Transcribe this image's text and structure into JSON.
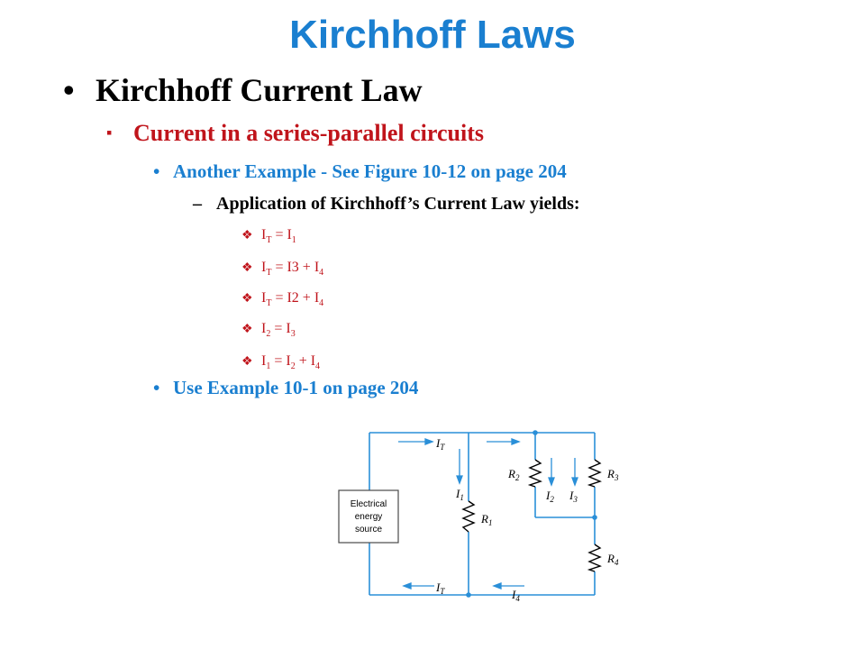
{
  "title": "Kirchhoff Laws",
  "level1": {
    "bullet": "•",
    "text": "Kirchhoff Current Law"
  },
  "level2": {
    "bullet": "▪",
    "text": "Current in a series-parallel circuits"
  },
  "level3": [
    {
      "bullet": "•",
      "text": "Another Example - See Figure 10-12 on page 204"
    },
    {
      "bullet": "•",
      "text": "Use Example 10-1 on page 204"
    }
  ],
  "level4": {
    "dash": "–",
    "text": "Application of Kirchhoff’s Current Law yields:"
  },
  "equations": [
    {
      "lhs": "I",
      "lhs_sub": "T",
      "rhs1": "I",
      "rhs1_sub": "1",
      "op": "",
      "rhs2": "",
      "rhs2_sub": ""
    },
    {
      "lhs": "I",
      "lhs_sub": "T",
      "rhs1": "I3",
      "rhs1_sub": "",
      "op": "+",
      "rhs2": "I",
      "rhs2_sub": "4"
    },
    {
      "lhs": "I",
      "lhs_sub": "T",
      "rhs1": "I2",
      "rhs1_sub": "",
      "op": "+",
      "rhs2": "I",
      "rhs2_sub": "4"
    },
    {
      "lhs": "I",
      "lhs_sub": "2",
      "rhs1": "I",
      "rhs1_sub": "3",
      "op": "",
      "rhs2": "",
      "rhs2_sub": ""
    },
    {
      "lhs": "I",
      "lhs_sub": "1",
      "rhs1": "I",
      "rhs1_sub": "2",
      "op": "+",
      "rhs2": "I",
      "rhs2_sub": "4"
    }
  ],
  "equals_sign": "=",
  "eq_bullet": "❖",
  "circuit": {
    "source_lines": [
      "Electrical",
      "energy",
      "source"
    ],
    "labels": {
      "it_top": {
        "main": "I",
        "sub": "T"
      },
      "it_bottom": {
        "main": "I",
        "sub": "T"
      },
      "i1": {
        "main": "I",
        "sub": "1"
      },
      "i2": {
        "main": "I",
        "sub": "2"
      },
      "i3": {
        "main": "I",
        "sub": "3"
      },
      "i4": {
        "main": "I",
        "sub": "4"
      },
      "r1": {
        "main": "R",
        "sub": "1"
      },
      "r2": {
        "main": "R",
        "sub": "2"
      },
      "r3": {
        "main": "R",
        "sub": "3"
      },
      "r4": {
        "main": "R",
        "sub": "4"
      }
    },
    "colors": {
      "wire": "#2a8fd8",
      "arrow": "#2a8fd8",
      "resistor": "#000000",
      "box": "#4a4a4a"
    }
  },
  "colors": {
    "title": "#1a7fd0",
    "level2": "#c0141b",
    "level3": "#1a7fd0",
    "equations": "#c0141b"
  }
}
